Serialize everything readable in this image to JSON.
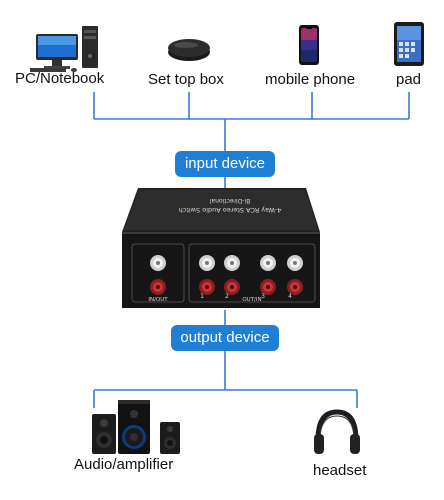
{
  "input_devices": [
    {
      "label": "PC/Notebook",
      "icon": "pc-monitor-tower-icon"
    },
    {
      "label": "Set top box",
      "icon": "set-top-box-icon"
    },
    {
      "label": "mobile phone",
      "icon": "mobile-phone-icon"
    },
    {
      "label": "pad",
      "icon": "tablet-icon"
    }
  ],
  "input_badge": "input device",
  "output_badge": "output device",
  "switch_box": {
    "top_text_1": "Bi-Directional",
    "top_text_2": "4-Way RCA Stereo Audio Switch",
    "port_label_in_out": "IN/OUT",
    "port_label_out_in": "OUT/IN",
    "port_numbers": [
      "1",
      "2",
      "3",
      "4"
    ]
  },
  "output_devices": [
    {
      "label": "Audio/amplifier",
      "icon": "speaker-system-icon"
    },
    {
      "label": "headset",
      "icon": "headphones-icon"
    }
  ],
  "colors": {
    "accent_blue": "#1f7fd4",
    "line_blue": "#3a7ad0",
    "device_body": "#151515",
    "rca_red": "#b3262a",
    "rca_white": "#e6e6e6"
  }
}
